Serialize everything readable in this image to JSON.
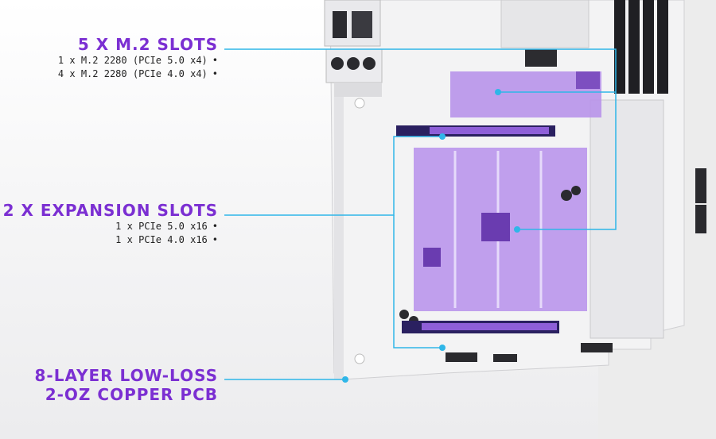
{
  "callouts": [
    {
      "heading_lines": [
        "5 X M.2 SLOTS"
      ],
      "details": [
        "1 x M.2 2280 (PCIe 5.0 x4)",
        "4 x M.2 2280 (PCIe 4.0 x4)"
      ]
    },
    {
      "heading_lines": [
        "2 X EXPANSION SLOTS"
      ],
      "details": [
        "1 x PCIe 5.0 x16",
        "1 x PCIe 4.0 x16"
      ]
    },
    {
      "heading_lines": [
        "8-LAYER LOW-LOSS",
        "2-OZ COPPER PCB"
      ],
      "details": []
    }
  ],
  "bullet_glyph": "•",
  "colors": {
    "heading": "#7b2fd2",
    "leader_line": "#2fb6e8",
    "highlight": "#b893ea",
    "board": "#f2f2f3"
  }
}
